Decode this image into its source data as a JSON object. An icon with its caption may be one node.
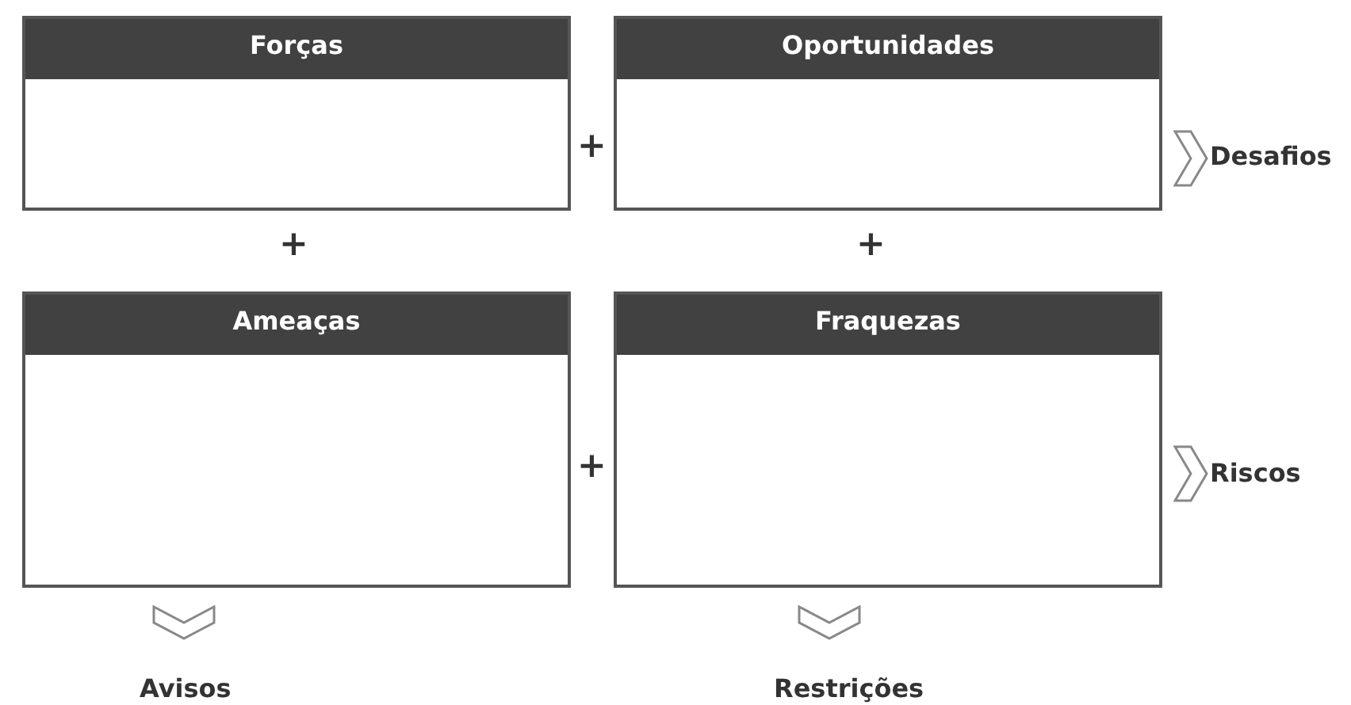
{
  "diagram": {
    "nodes": [
      {
        "text": [
          "Forças"
        ]
      },
      {
        "text": [
          "Oportunidades"
        ]
      },
      {
        "text": [
          "Ameaças"
        ]
      },
      {
        "text": [
          "Fraquezas"
        ]
      }
    ],
    "labels": [
      "+",
      "Desafios",
      "+",
      "+",
      "+",
      "Riscos",
      "Avisos",
      "Restrições"
    ]
  }
}
